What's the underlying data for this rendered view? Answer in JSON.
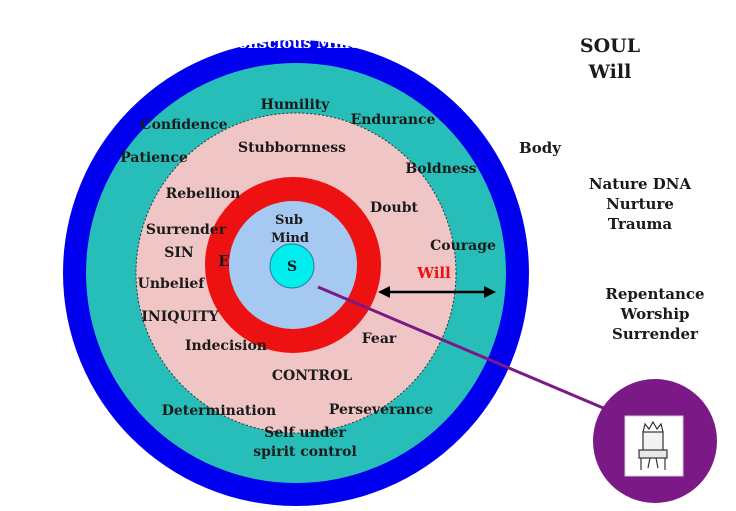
{
  "diagram": {
    "title_line1": "SOUL",
    "title_line2": "Will",
    "conscious_mind": "Conscious Mind",
    "body": "Body",
    "nature_dna": "Nature DNA",
    "nurture": "Nurture",
    "trauma": "Trauma",
    "repentance": "Repentance",
    "worship": "Worship",
    "surrender_right": "Surrender",
    "teal_ring": {
      "humility": "Humility",
      "confidence": "Confidence",
      "endurance": "Endurance",
      "patience": "Patience",
      "boldness": "Boldness",
      "courage": "Courage",
      "determination": "Determination",
      "perseverance": "Perseverance",
      "self_line1": "Self under",
      "self_line2": "spirit control"
    },
    "pink_ring": {
      "stubbornness": "Stubbornness",
      "rebellion": "Rebellion",
      "doubt": "Doubt",
      "surrender": "Surrender",
      "sin": "SIN",
      "unbelief": "Unbelief",
      "iniquity": "INIQUITY",
      "indecision": "Indecision",
      "fear": "Fear",
      "control": "CONTROL"
    },
    "red_ring_letter": "E",
    "will_label": "Will",
    "sub_mind_line1": "Sub",
    "sub_mind_line2": "Mind",
    "core": "S",
    "colors": {
      "outer_blue": "#0000ee",
      "teal": "#27bdb8",
      "pink": "#efc5c5",
      "red": "#ee1111",
      "light_blue": "#a6c9f2",
      "cyan": "#00eeee",
      "purple": "#7b1a86",
      "will_red": "#ee1111"
    },
    "throne_icon": "throne-chair-icon"
  }
}
